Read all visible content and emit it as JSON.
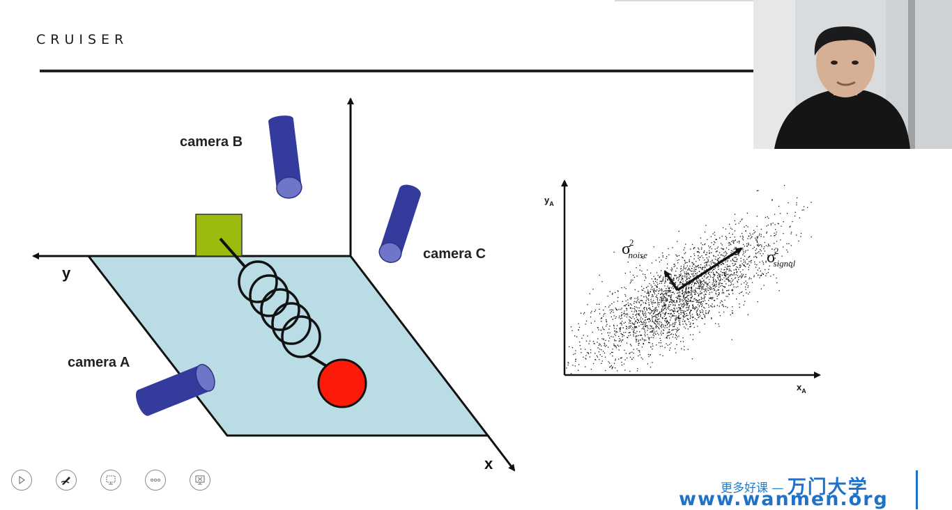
{
  "header": {
    "logo_text": "CRUISER"
  },
  "diagram": {
    "labels": {
      "camera_a": "camera A",
      "camera_b": "camera B",
      "camera_c": "camera C",
      "axis_x": "x",
      "axis_y": "y"
    },
    "colors": {
      "plane": "#b9dce5",
      "camera": "#343b9c",
      "block": "#9bbb0e",
      "ball": "#fe1a0b"
    }
  },
  "scatter": {
    "x_axis_label_main": "x",
    "x_axis_label_sub": "A",
    "y_axis_label_main": "y",
    "y_axis_label_sub": "A",
    "sigma_symbol": "σ",
    "exponent": "2",
    "noise_subscript": "noise",
    "signal_subscript": "signal"
  },
  "webcam": {
    "icon": "person-video-feed"
  },
  "controls": [
    {
      "name": "play-icon"
    },
    {
      "name": "pen-icon"
    },
    {
      "name": "slide-icon"
    },
    {
      "name": "more-icon"
    },
    {
      "name": "close-presentation-icon"
    }
  ],
  "brand": {
    "tagline": "更多好课 —",
    "name": "万门大学",
    "url": "www.wanmen.org"
  }
}
